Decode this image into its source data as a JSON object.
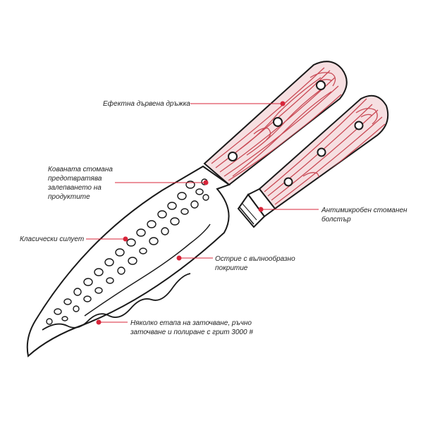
{
  "colors": {
    "accent": "#d8253a",
    "wood": "#c94a55",
    "outline": "#1a1a1a",
    "label_text": "#222222"
  },
  "callouts": {
    "handle": {
      "lines": [
        "Ефектна дървена дръжка"
      ]
    },
    "forged_steel": {
      "lines": [
        "Кованата стомана",
        "предотвратява",
        "залепването на",
        "продуктите"
      ]
    },
    "silhouette": {
      "lines": [
        "Класически силует"
      ]
    },
    "edge_coating": {
      "lines": [
        "Острие с вълнообразно",
        "покритие"
      ]
    },
    "sharpening": {
      "lines": [
        "Няколко етапа на заточване, ръчно",
        "заточване и полиране с грит 3000 #"
      ]
    },
    "bolster": {
      "lines": [
        "Антимикробен стоманен",
        "болстър"
      ]
    }
  }
}
